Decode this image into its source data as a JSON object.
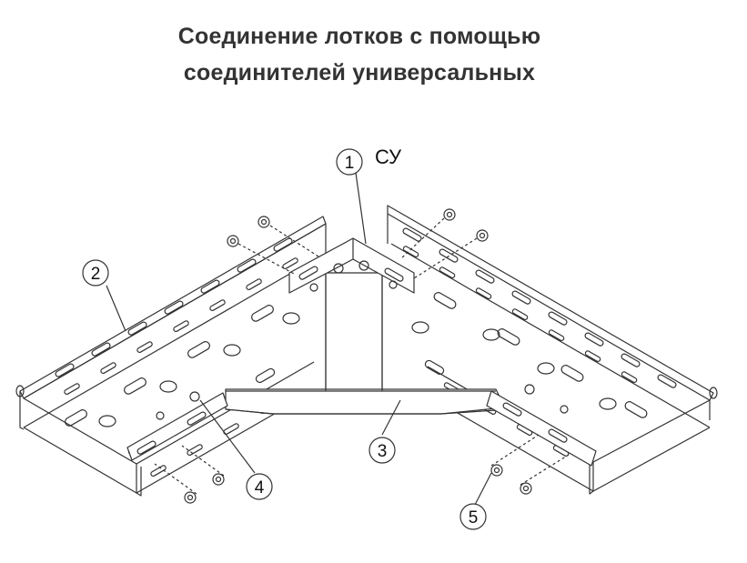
{
  "title": {
    "line1": "Соединение лотков с помощью",
    "line2": "соединителей универсальных"
  },
  "code_label": "СУ",
  "callouts": [
    {
      "id": "callout-1",
      "label": "1"
    },
    {
      "id": "callout-2",
      "label": "2"
    },
    {
      "id": "callout-3",
      "label": "3"
    },
    {
      "id": "callout-4",
      "label": "4"
    },
    {
      "id": "callout-5",
      "label": "5"
    }
  ]
}
